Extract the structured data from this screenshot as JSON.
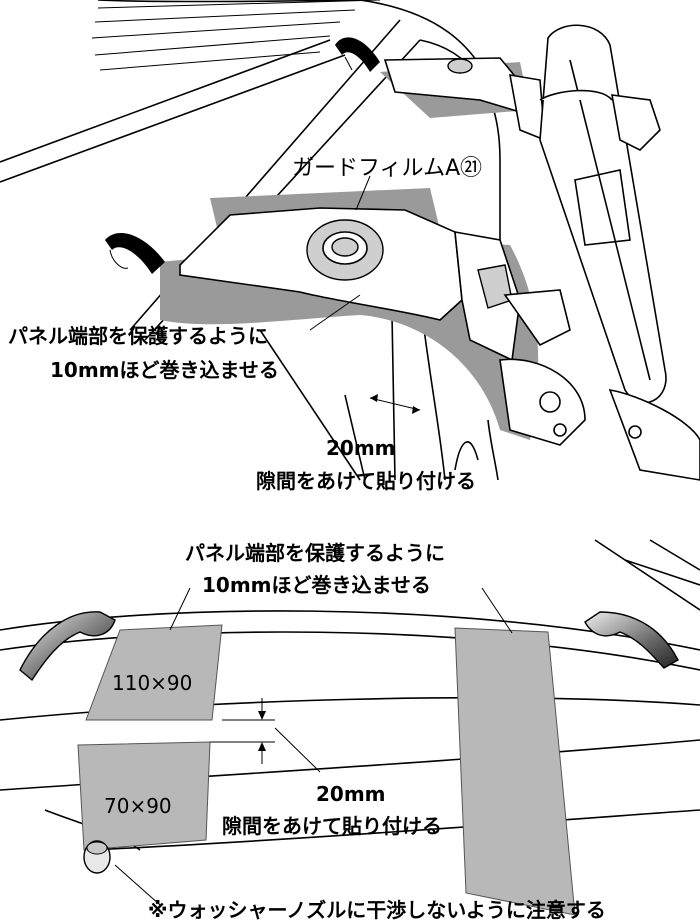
{
  "top_figure": {
    "film_label": "ガードフィルムA",
    "film_number": "㉑",
    "wrap_note_line1": "パネル端部を保護するように",
    "wrap_note_line2": "10mmほど巻き込ませる",
    "gap_value": "20mm",
    "gap_note": "隙間をあけて貼り付ける"
  },
  "bottom_figure": {
    "wrap_note_line1": "パネル端部を保護するように",
    "wrap_note_line2": "10mmほど巻き込ませる",
    "film_upper_size": "110×90",
    "film_lower_size": "70×90",
    "gap_value": "20mm",
    "gap_note": "隙間をあけて貼り付ける",
    "washer_caution": "※ウォッシャーノズルに干渉しないように注意する"
  },
  "colors": {
    "film_fill": "#b8b8b8",
    "shadow_fill": "#9a9a9a",
    "line": "#000000"
  }
}
